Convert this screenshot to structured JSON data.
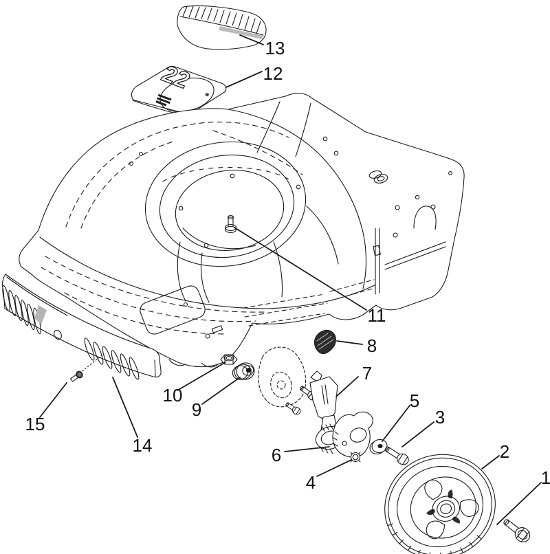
{
  "decal": {
    "size_text": "22",
    "unit_mark": "\""
  },
  "callouts": [
    {
      "label": "1"
    },
    {
      "label": "2"
    },
    {
      "label": "3"
    },
    {
      "label": "4"
    },
    {
      "label": "5"
    },
    {
      "label": "6"
    },
    {
      "label": "7"
    },
    {
      "label": "8"
    },
    {
      "label": "9"
    },
    {
      "label": "10"
    },
    {
      "label": "11"
    },
    {
      "label": "12"
    },
    {
      "label": "13"
    },
    {
      "label": "14"
    },
    {
      "label": "15"
    }
  ],
  "colors": {
    "line": "#1a1a1a",
    "background": "#ffffff",
    "dark_fill": "#2d2d2d",
    "shade_gray": "#bbbbbb"
  }
}
